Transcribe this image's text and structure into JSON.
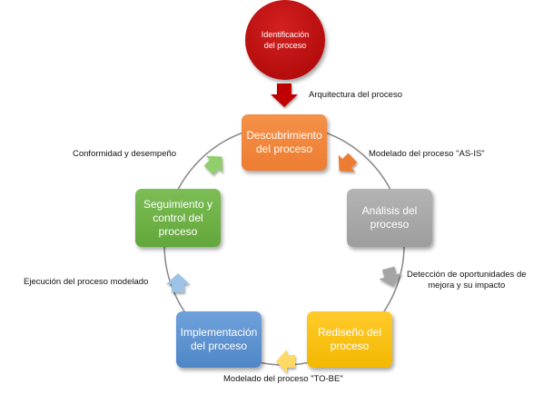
{
  "colors": {
    "identificacion": "#c00000",
    "descubrimiento": "#ed7d31",
    "analisis": "#a5a5a5",
    "rediseno": "#ffc000",
    "implementacion": "#5b9bd5",
    "seguimiento": "#70ad47",
    "ring": "#7f7f7f"
  },
  "diagram": {
    "start": "Identificación\ndel proceso",
    "nodes": {
      "descubrimiento": "Descubrimiento\ndel proceso",
      "analisis": "Análisis del\nproceso",
      "rediseno": "Rediseño del\nproceso",
      "implementacion": "Implementación\ndel proceso",
      "seguimiento": "Seguimiento y\ncontrol del\nproceso"
    },
    "arrows": {
      "arquitectura": "Arquitectura del proceso",
      "modelado_as_is": "Modelado del proceso \"AS-IS\"",
      "deteccion": "Detección de oportunidades de\nmejora y su impacto",
      "modelado_to_be": "Modelado del proceso \"TO-BE\"",
      "ejecucion": "Ejecución del proceso modelado",
      "conformidad": "Conformidad y desempeño"
    }
  }
}
